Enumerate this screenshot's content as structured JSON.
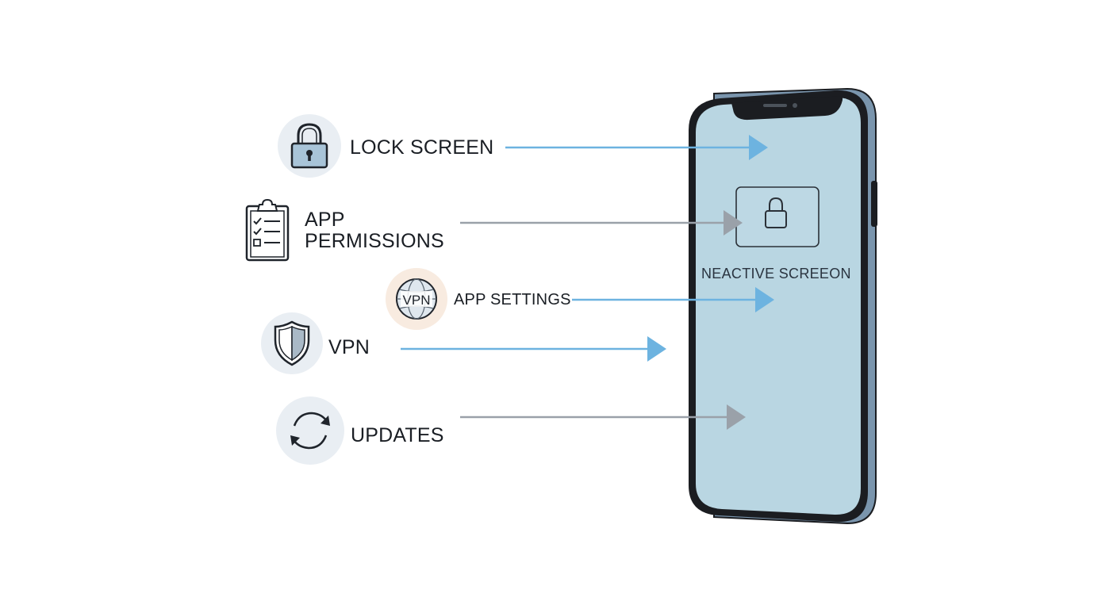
{
  "items": {
    "lock_screen": {
      "label": "LOCK SCREEN",
      "icon": "lock-icon"
    },
    "app_permissions": {
      "line1": "APP",
      "line2": "PERMISSIONS",
      "icon": "clipboard-checklist-icon"
    },
    "app_settings": {
      "label": "APP SETTINGS",
      "icon": "globe-icon",
      "badge_text": "VPN"
    },
    "vpn": {
      "label": "VPN",
      "icon": "shield-icon"
    },
    "updates": {
      "label": "UPDATES",
      "icon": "refresh-icon"
    }
  },
  "phone": {
    "screen_label": "NEACTIVE SCREEON",
    "screen_icon": "lock-icon"
  },
  "colors": {
    "arrow_blue": "#6db3e0",
    "arrow_gray": "#9aa1a9",
    "screen_fill": "#b9d6e2",
    "phone_frame": "#1b1d21",
    "phone_side": "#7a95ad",
    "badge_fill": "#e9eef3",
    "badge_warm": "#f8ebe0"
  }
}
